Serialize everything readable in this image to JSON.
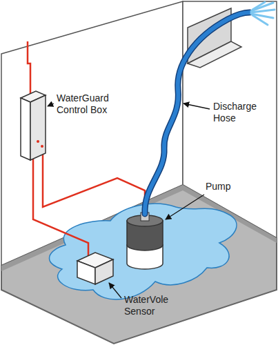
{
  "diagram": {
    "labels": [
      "WaterGuard Control Box",
      "Discharge Hose",
      "Pump",
      "WaterVole Sensor"
    ]
  }
}
